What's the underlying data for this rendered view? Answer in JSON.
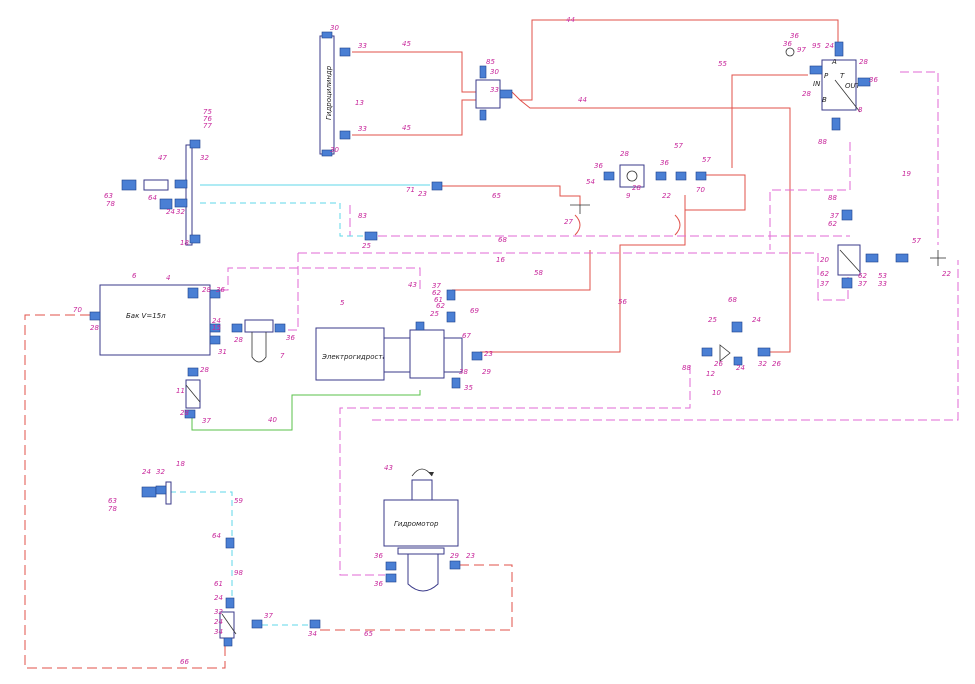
{
  "components": {
    "tank": "Бак V=15л",
    "power_unit": "Электрогидростанция",
    "hydraulic_motor": "Гидромотор",
    "cylinder": "Гидроцилиндр"
  },
  "valve_ports": {
    "in": "IN",
    "out": "OUT",
    "p": "P",
    "t": "T",
    "a": "A",
    "b": "B"
  },
  "labels": [
    {
      "id": "l1",
      "t": "30"
    },
    {
      "id": "l2",
      "t": "33"
    },
    {
      "id": "l3",
      "t": "45"
    },
    {
      "id": "l4",
      "t": "13"
    },
    {
      "id": "l5",
      "t": "33"
    },
    {
      "id": "l6",
      "t": "45"
    },
    {
      "id": "l7",
      "t": "30"
    },
    {
      "id": "l8",
      "t": "85"
    },
    {
      "id": "l9",
      "t": "30"
    },
    {
      "id": "l10",
      "t": "33"
    },
    {
      "id": "l11",
      "t": "44"
    },
    {
      "id": "l12",
      "t": "44"
    },
    {
      "id": "l13",
      "t": "55"
    },
    {
      "id": "l14",
      "t": "36"
    },
    {
      "id": "l15",
      "t": "36"
    },
    {
      "id": "l16",
      "t": "97"
    },
    {
      "id": "l17",
      "t": "95"
    },
    {
      "id": "l18",
      "t": "24"
    },
    {
      "id": "l19",
      "t": "28"
    },
    {
      "id": "l20",
      "t": "36"
    },
    {
      "id": "l21",
      "t": "28"
    },
    {
      "id": "l22",
      "t": "8"
    },
    {
      "id": "l23",
      "t": "88"
    },
    {
      "id": "l24",
      "t": "75"
    },
    {
      "id": "l25",
      "t": "76"
    },
    {
      "id": "l26",
      "t": "77"
    },
    {
      "id": "l27",
      "t": "32"
    },
    {
      "id": "l28",
      "t": "47"
    },
    {
      "id": "l29",
      "t": "64"
    },
    {
      "id": "l30",
      "t": "63"
    },
    {
      "id": "l31",
      "t": "78"
    },
    {
      "id": "l32",
      "t": "24"
    },
    {
      "id": "l33",
      "t": "32"
    },
    {
      "id": "l34",
      "t": "18"
    },
    {
      "id": "l35",
      "t": "71"
    },
    {
      "id": "l36",
      "t": "65"
    },
    {
      "id": "l37",
      "t": "23"
    },
    {
      "id": "l38",
      "t": "83"
    },
    {
      "id": "l39",
      "t": "25"
    },
    {
      "id": "l40",
      "t": "36"
    },
    {
      "id": "l41",
      "t": "28"
    },
    {
      "id": "l42",
      "t": "9"
    },
    {
      "id": "l43",
      "t": "28"
    },
    {
      "id": "l44",
      "t": "54"
    },
    {
      "id": "l45",
      "t": "36"
    },
    {
      "id": "l46",
      "t": "57"
    },
    {
      "id": "l47",
      "t": "57"
    },
    {
      "id": "l48",
      "t": "22"
    },
    {
      "id": "l49",
      "t": "70"
    },
    {
      "id": "l50",
      "t": "27"
    },
    {
      "id": "l51",
      "t": "19"
    },
    {
      "id": "l52",
      "t": "88"
    },
    {
      "id": "l53",
      "t": "37"
    },
    {
      "id": "l54",
      "t": "62"
    },
    {
      "id": "l55",
      "t": "68"
    },
    {
      "id": "l56",
      "t": "16"
    },
    {
      "id": "l57",
      "t": "20"
    },
    {
      "id": "l58",
      "t": "62"
    },
    {
      "id": "l59",
      "t": "37"
    },
    {
      "id": "l60",
      "t": "62"
    },
    {
      "id": "l61",
      "t": "37"
    },
    {
      "id": "l62",
      "t": "53"
    },
    {
      "id": "l63",
      "t": "33"
    },
    {
      "id": "l64",
      "t": "57"
    },
    {
      "id": "l65",
      "t": "22"
    },
    {
      "id": "l66",
      "t": "6"
    },
    {
      "id": "l67",
      "t": "4"
    },
    {
      "id": "l68",
      "t": "28"
    },
    {
      "id": "l69",
      "t": "36"
    },
    {
      "id": "l70",
      "t": "70"
    },
    {
      "id": "l71",
      "t": "28"
    },
    {
      "id": "l72",
      "t": "24"
    },
    {
      "id": "l73",
      "t": "15"
    },
    {
      "id": "l74",
      "t": "31"
    },
    {
      "id": "l75",
      "t": "28"
    },
    {
      "id": "l76",
      "t": "36"
    },
    {
      "id": "l77",
      "t": "7"
    },
    {
      "id": "l78",
      "t": "11"
    },
    {
      "id": "l79",
      "t": "28"
    },
    {
      "id": "l80",
      "t": "28"
    },
    {
      "id": "l81",
      "t": "37"
    },
    {
      "id": "l82",
      "t": "40"
    },
    {
      "id": "l83",
      "t": "5"
    },
    {
      "id": "l84",
      "t": "43"
    },
    {
      "id": "l85",
      "t": "37"
    },
    {
      "id": "l86",
      "t": "62"
    },
    {
      "id": "l87",
      "t": "61"
    },
    {
      "id": "l88",
      "t": "62"
    },
    {
      "id": "l89",
      "t": "25"
    },
    {
      "id": "l90",
      "t": "69"
    },
    {
      "id": "l91",
      "t": "67"
    },
    {
      "id": "l92",
      "t": "38"
    },
    {
      "id": "l93",
      "t": "35"
    },
    {
      "id": "l94",
      "t": "23"
    },
    {
      "id": "l95",
      "t": "29"
    },
    {
      "id": "l96",
      "t": "58"
    },
    {
      "id": "l97",
      "t": "56"
    },
    {
      "id": "l98",
      "t": "68"
    },
    {
      "id": "l99",
      "t": "25"
    },
    {
      "id": "l100",
      "t": "24"
    },
    {
      "id": "l101",
      "t": "88"
    },
    {
      "id": "l102",
      "t": "12"
    },
    {
      "id": "l103",
      "t": "26"
    },
    {
      "id": "l104",
      "t": "24"
    },
    {
      "id": "l105",
      "t": "32"
    },
    {
      "id": "l106",
      "t": "26"
    },
    {
      "id": "l107",
      "t": "10"
    },
    {
      "id": "l108",
      "t": "43"
    },
    {
      "id": "l109",
      "t": "24"
    },
    {
      "id": "l110",
      "t": "32"
    },
    {
      "id": "l111",
      "t": "18"
    },
    {
      "id": "l112",
      "t": "63"
    },
    {
      "id": "l113",
      "t": "78"
    },
    {
      "id": "l114",
      "t": "59"
    },
    {
      "id": "l115",
      "t": "64"
    },
    {
      "id": "l116",
      "t": "98"
    },
    {
      "id": "l117",
      "t": "61"
    },
    {
      "id": "l118",
      "t": "24"
    },
    {
      "id": "l119",
      "t": "37"
    },
    {
      "id": "l120",
      "t": "32"
    },
    {
      "id": "l121",
      "t": "24"
    },
    {
      "id": "l122",
      "t": "34"
    },
    {
      "id": "l123",
      "t": "34"
    },
    {
      "id": "l124",
      "t": "65"
    },
    {
      "id": "l125",
      "t": "66"
    },
    {
      "id": "l126",
      "t": "36"
    },
    {
      "id": "l127",
      "t": "36"
    },
    {
      "id": "l128",
      "t": "29"
    },
    {
      "id": "l129",
      "t": "23"
    }
  ]
}
